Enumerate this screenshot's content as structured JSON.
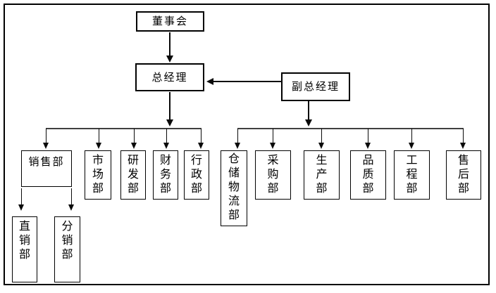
{
  "diagram": {
    "type": "org-chart",
    "background_color": "#ffffff",
    "box_border_color": "#000000",
    "line_color": "#3f3f3f",
    "arrow_color": "#0a0a0a",
    "nodes": {
      "board": "董事会",
      "general_manager": "总经理",
      "deputy_general_manager": "副总经理",
      "sales": "销售部",
      "market": "市场部",
      "rnd": "研发部",
      "finance": "财务部",
      "admin": "行政部",
      "warehouse_logistics": "仓储物流部",
      "purchasing": "采购部",
      "production": "生产部",
      "quality": "品质部",
      "engineering": "工程部",
      "after_sales": "售后部",
      "direct_sales": "直销部",
      "distribution": "分销部"
    },
    "edges": [
      {
        "from": "board",
        "to": "general_manager"
      },
      {
        "from": "deputy_general_manager",
        "to": "general_manager"
      },
      {
        "from": "general_manager",
        "to": "sales"
      },
      {
        "from": "general_manager",
        "to": "market"
      },
      {
        "from": "general_manager",
        "to": "rnd"
      },
      {
        "from": "general_manager",
        "to": "finance"
      },
      {
        "from": "general_manager",
        "to": "admin"
      },
      {
        "from": "deputy_general_manager",
        "to": "warehouse_logistics"
      },
      {
        "from": "deputy_general_manager",
        "to": "purchasing"
      },
      {
        "from": "deputy_general_manager",
        "to": "production"
      },
      {
        "from": "deputy_general_manager",
        "to": "quality"
      },
      {
        "from": "deputy_general_manager",
        "to": "engineering"
      },
      {
        "from": "deputy_general_manager",
        "to": "after_sales"
      },
      {
        "from": "sales",
        "to": "direct_sales"
      },
      {
        "from": "sales",
        "to": "distribution"
      }
    ]
  }
}
